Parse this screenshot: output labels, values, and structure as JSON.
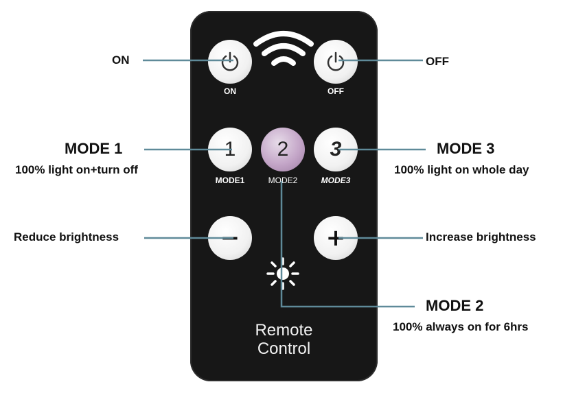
{
  "remote": {
    "on_button_label": "ON",
    "off_button_label": "OFF",
    "mode1_number": "1",
    "mode2_number": "2",
    "mode3_number": "3",
    "mode1_label": "MODE1",
    "mode2_label": "MODE2",
    "mode3_label": "MODE3",
    "minus_symbol": "−",
    "plus_symbol": "+",
    "title_line1": "Remote",
    "title_line2": "Control"
  },
  "annotations": {
    "on": "ON",
    "off": "OFF",
    "mode1_title": "MODE 1",
    "mode1_desc": "100% light on+turn off",
    "mode3_title": "MODE 3",
    "mode3_desc": "100% light on whole day",
    "reduce": "Reduce brightness",
    "increase": "Increase brightness",
    "mode2_title": "MODE 2",
    "mode2_desc": "100% always on for 6hrs"
  },
  "colors": {
    "leader_line": "#5f8a99",
    "remote_body": "#171717",
    "mode2_button": "#c4a6c8"
  }
}
